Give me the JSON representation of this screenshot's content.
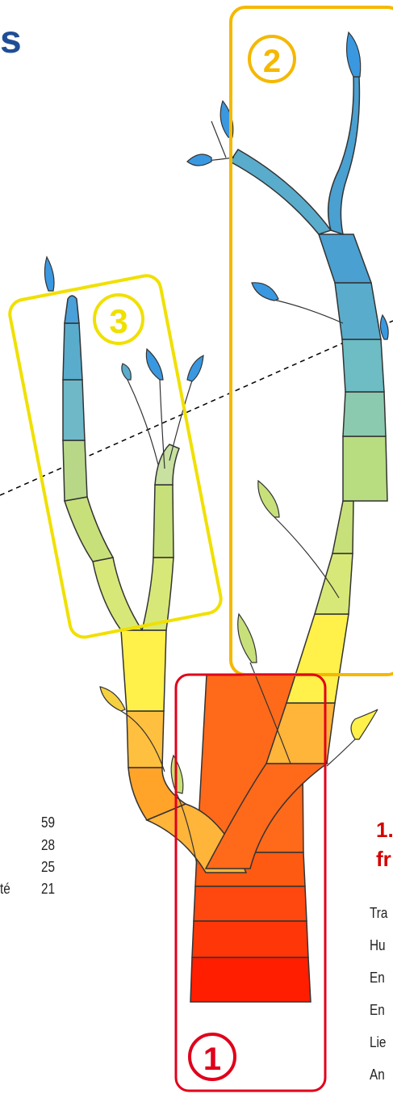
{
  "title_fragment": "s",
  "left_list": {
    "numbers": [
      "59",
      "28",
      "25",
      "21"
    ],
    "last_label_fragment": "té"
  },
  "right_heading": {
    "line1": "1.",
    "line2": "fr"
  },
  "right_list": [
    "Tra",
    "Hu",
    "En",
    "En",
    "Lie",
    "An"
  ],
  "callouts": [
    {
      "label": "1",
      "color": "#e0001b"
    },
    {
      "label": "2",
      "color": "#f5b800"
    },
    {
      "label": "3",
      "color": "#f0e000"
    }
  ],
  "colors": {
    "title": "#1f4e96",
    "heading_red": "#d40000",
    "trunk_red": "#ff2a00",
    "trunk_orange": "#ff6a1a",
    "branch_orange": "#ffb43a",
    "branch_yellow": "#fff04a",
    "branch_lime": "#c8e07a",
    "branch_teal": "#8ccab0",
    "branch_cyan": "#5aaccc",
    "leaf_blue": "#3a98e0"
  }
}
